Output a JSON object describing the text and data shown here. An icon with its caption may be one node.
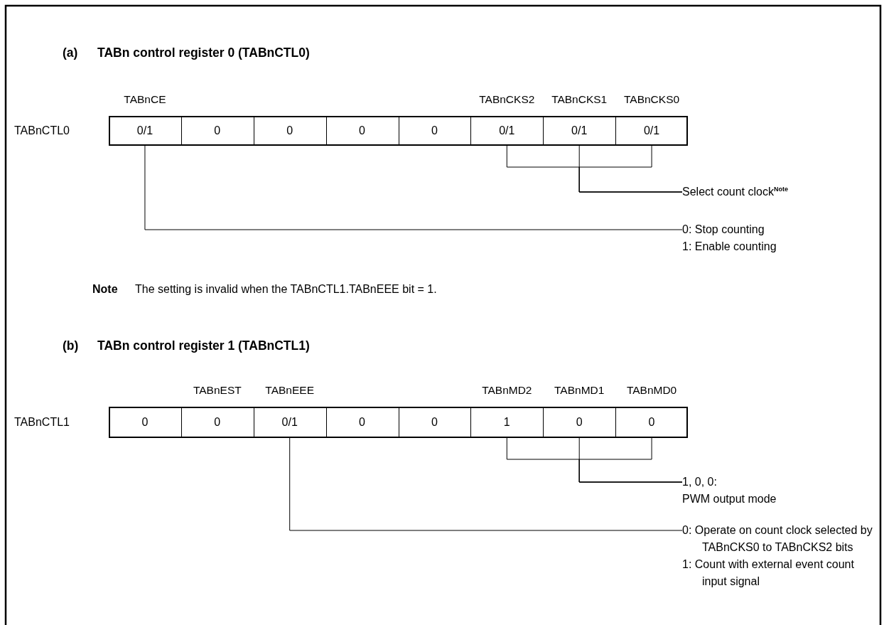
{
  "diagram": {
    "nodes": [
      {
        "text": [
          "TABnCTL0"
        ]
      },
      {
        "text": [
          "0/1"
        ],
        "in": 0,
        "beside": [
          "TABnCE"
        ]
      },
      {
        "text": [
          "0"
        ],
        "in": 0
      },
      {
        "text": [
          "0"
        ],
        "in": 0
      },
      {
        "text": [
          "0"
        ],
        "in": 0
      },
      {
        "text": [
          "0"
        ],
        "in": 0
      },
      {
        "text": [
          "0/1"
        ],
        "in": 0,
        "beside": [
          "TABnCKS2"
        ]
      },
      {
        "text": [
          "0/1"
        ],
        "in": 0,
        "beside": [
          "TABnCKS1"
        ]
      },
      {
        "text": [
          "0/1"
        ],
        "in": 0,
        "beside": [
          "TABnCKS0"
        ]
      },
      {
        "text": [
          "Select count clock$^{Note}$"
        ]
      },
      {
        "text": [
          "0: Stop counting",
          "1: Enable counting"
        ]
      },
      {
        "text": [
          "TABnCTL1"
        ]
      },
      {
        "text": [
          "0"
        ],
        "in": 11
      },
      {
        "text": [
          "0"
        ],
        "in": 11,
        "beside": [
          "TABnEST"
        ]
      },
      {
        "text": [
          "0/1"
        ],
        "in": 11,
        "beside": [
          "TABnEEE"
        ]
      },
      {
        "text": [
          "0"
        ],
        "in": 11
      },
      {
        "text": [
          "0"
        ],
        "in": 11
      },
      {
        "text": [
          "1"
        ],
        "in": 11,
        "beside": [
          "TABnMD2"
        ]
      },
      {
        "text": [
          "0"
        ],
        "in": 11,
        "beside": [
          "TABnMD1"
        ]
      },
      {
        "text": [
          "0"
        ],
        "in": 11,
        "beside": [
          "TABnMD0"
        ]
      },
      {
        "text": [
          "1, 0, 0:",
          "PWM output mode"
        ]
      },
      {
        "text": [
          "0: Operate on count clock selected by TABnCKS0 to TABnCKS2 bits",
          "1: Count with external event count input signal"
        ]
      }
    ],
    "edges": [
      {
        "from": 6,
        "to": 9,
        "arrow": "none"
      },
      {
        "from": 7,
        "to": 9,
        "arrow": "none"
      },
      {
        "from": 8,
        "to": 9,
        "arrow": "none"
      },
      {
        "from": 1,
        "to": 10,
        "arrow": "none"
      },
      {
        "from": 17,
        "to": 20,
        "arrow": "none"
      },
      {
        "from": 18,
        "to": 20,
        "arrow": "none"
      },
      {
        "from": 19,
        "to": 20,
        "arrow": "none"
      },
      {
        "from": 14,
        "to": 21,
        "arrow": "none"
      }
    ],
    "labels": [
      "(a)",
      "TABn control register 0 (TABnCTL0)",
      "Note",
      "The setting is invalid when the TABnCTL1.TABnEEE bit = 1.",
      "(b)",
      "TABn control register 1 (TABnCTL1)"
    ]
  }
}
